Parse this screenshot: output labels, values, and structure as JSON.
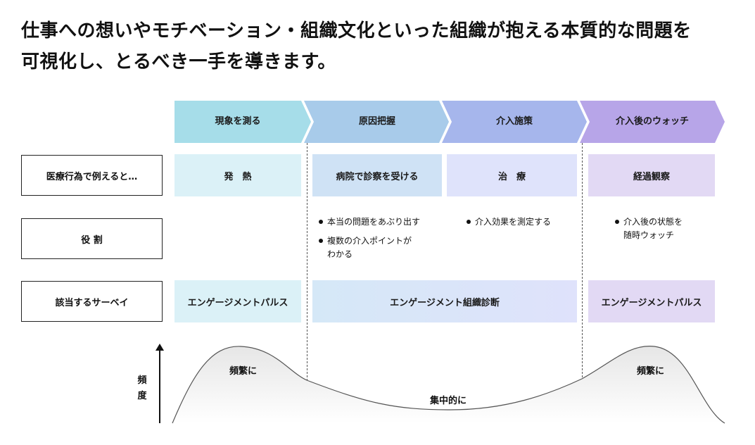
{
  "heading": {
    "line1": "仕事への想いやモチベーション・組織文化といった組織が抱える本質的な問題を",
    "line2": "可視化し、とるべき一手を導きます。"
  },
  "phases": [
    {
      "label": "現象を測る",
      "color": "#a6dde9"
    },
    {
      "label": "原因把握",
      "color": "#a8cbea"
    },
    {
      "label": "介入施策",
      "color": "#a6b6ec"
    },
    {
      "label": "介入後のウォッチ",
      "color": "#b7a5e8"
    }
  ],
  "rows": {
    "example": {
      "label": "医療行為で例えると…",
      "cells": [
        "発　熱",
        "病院で診察を受ける",
        "治　療",
        "経過観察"
      ]
    },
    "role": {
      "label": "役 割",
      "col2": [
        "本当の問題をあぶり出す",
        "複数の介入ポイントが\nわかる"
      ],
      "col3": [
        "介入効果を測定する"
      ],
      "col4": [
        "介入後の状態を\n随時ウォッチ"
      ]
    },
    "survey": {
      "label": "該当するサーベイ",
      "cells": [
        "エンゲージメントパルス",
        "エンゲージメント組織診断",
        "エンゲージメントパルス"
      ]
    }
  },
  "frequency": {
    "axis_label": "頻\n度",
    "peak_left": "頻繁に",
    "valley": "集中的に",
    "peak_right": "頻繁に"
  }
}
